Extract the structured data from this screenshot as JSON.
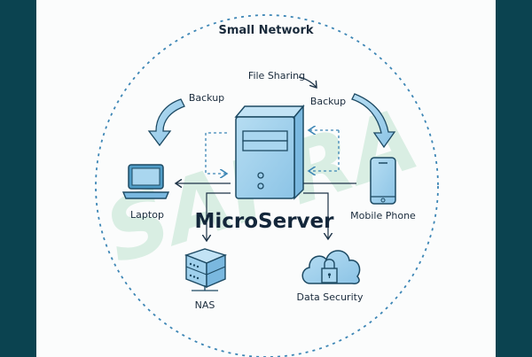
{
  "diagram": {
    "title": "Small Network",
    "center": {
      "label": "MicroServer",
      "icon": "server-tower-icon"
    },
    "nodes": [
      {
        "id": "laptop",
        "label": "Laptop",
        "icon": "laptop-icon"
      },
      {
        "id": "mobile",
        "label": "Mobile Phone",
        "icon": "mobile-phone-icon"
      },
      {
        "id": "nas",
        "label": "NAS",
        "icon": "nas-storage-icon"
      },
      {
        "id": "security",
        "label": "Data Security",
        "icon": "cloud-lock-icon"
      }
    ],
    "flows": [
      {
        "label": "File Sharing",
        "from": "center",
        "to": "mobile"
      },
      {
        "label": "Backup",
        "from": "laptop",
        "to": "center"
      },
      {
        "label": "Backup",
        "from": "center",
        "to": "mobile"
      }
    ],
    "watermark": "SAPRA"
  },
  "colors": {
    "frame": "#0b4350",
    "background": "#fbfcfc",
    "icon_fill": "#9fd0ec",
    "icon_stroke": "#1d4a63",
    "dashed": "#3d86b5",
    "text": "#1a2b3c",
    "watermark": "#bfe3cf"
  }
}
